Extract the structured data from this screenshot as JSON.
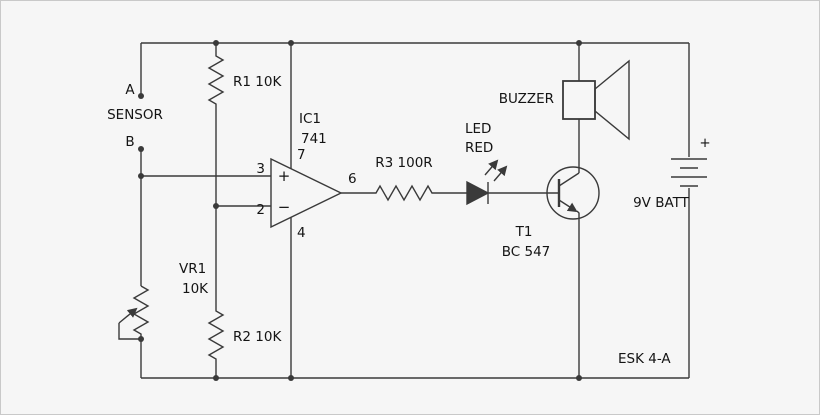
{
  "colors": {
    "background": "#f6f6f6",
    "line": "#3a3a3a",
    "text": "#141414"
  },
  "schematic": {
    "sensor": {
      "a": "A",
      "label": "SENSOR",
      "b": "B"
    },
    "r1": "R1 10K",
    "r2": "R2 10K",
    "r3": "R3 100R",
    "vr1": {
      "name": "VR1",
      "value": "10K"
    },
    "ic1": {
      "name": "IC1",
      "part": "741",
      "pin3": "3",
      "pin2": "2",
      "pin7": "7",
      "pin4": "4",
      "pin6": "6",
      "plus": "+",
      "minus": "−"
    },
    "led": {
      "line1": "LED",
      "line2": "RED"
    },
    "t1": {
      "name": "T1",
      "part": "BC 547"
    },
    "buzzer": "BUZZER",
    "battery": {
      "plus": "+",
      "label": "9V BATT"
    },
    "circuit_id": "ESK 4-A"
  }
}
